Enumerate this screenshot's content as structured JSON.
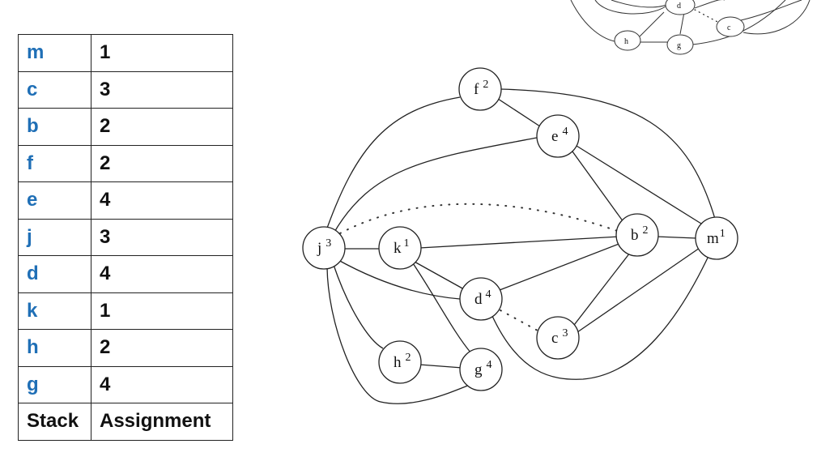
{
  "table": {
    "rows": [
      {
        "var": "m",
        "val": "1"
      },
      {
        "var": "c",
        "val": "3"
      },
      {
        "var": "b",
        "val": "2"
      },
      {
        "var": "f",
        "val": "2"
      },
      {
        "var": "e",
        "val": "4"
      },
      {
        "var": "j",
        "val": "3"
      },
      {
        "var": "d",
        "val": "4"
      },
      {
        "var": "k",
        "val": "1"
      },
      {
        "var": "h",
        "val": "2"
      },
      {
        "var": "g",
        "val": "4"
      }
    ],
    "footer": {
      "left": "Stack",
      "right": "Assignment"
    }
  },
  "graph": {
    "nodes": {
      "f": {
        "name": "f",
        "color": "2"
      },
      "e": {
        "name": "e",
        "color": "4"
      },
      "b": {
        "name": "b",
        "color": "2"
      },
      "m": {
        "name": "m",
        "color": "1"
      },
      "j": {
        "name": "j",
        "color": "3"
      },
      "k": {
        "name": "k",
        "color": "1"
      },
      "d": {
        "name": "d",
        "color": "4"
      },
      "c": {
        "name": "c",
        "color": "3"
      },
      "h": {
        "name": "h",
        "color": "2"
      },
      "g": {
        "name": "g",
        "color": "4"
      }
    }
  },
  "mini_graph": {
    "labels": {
      "d": "d",
      "c": "c",
      "h": "h",
      "g": "g"
    }
  }
}
